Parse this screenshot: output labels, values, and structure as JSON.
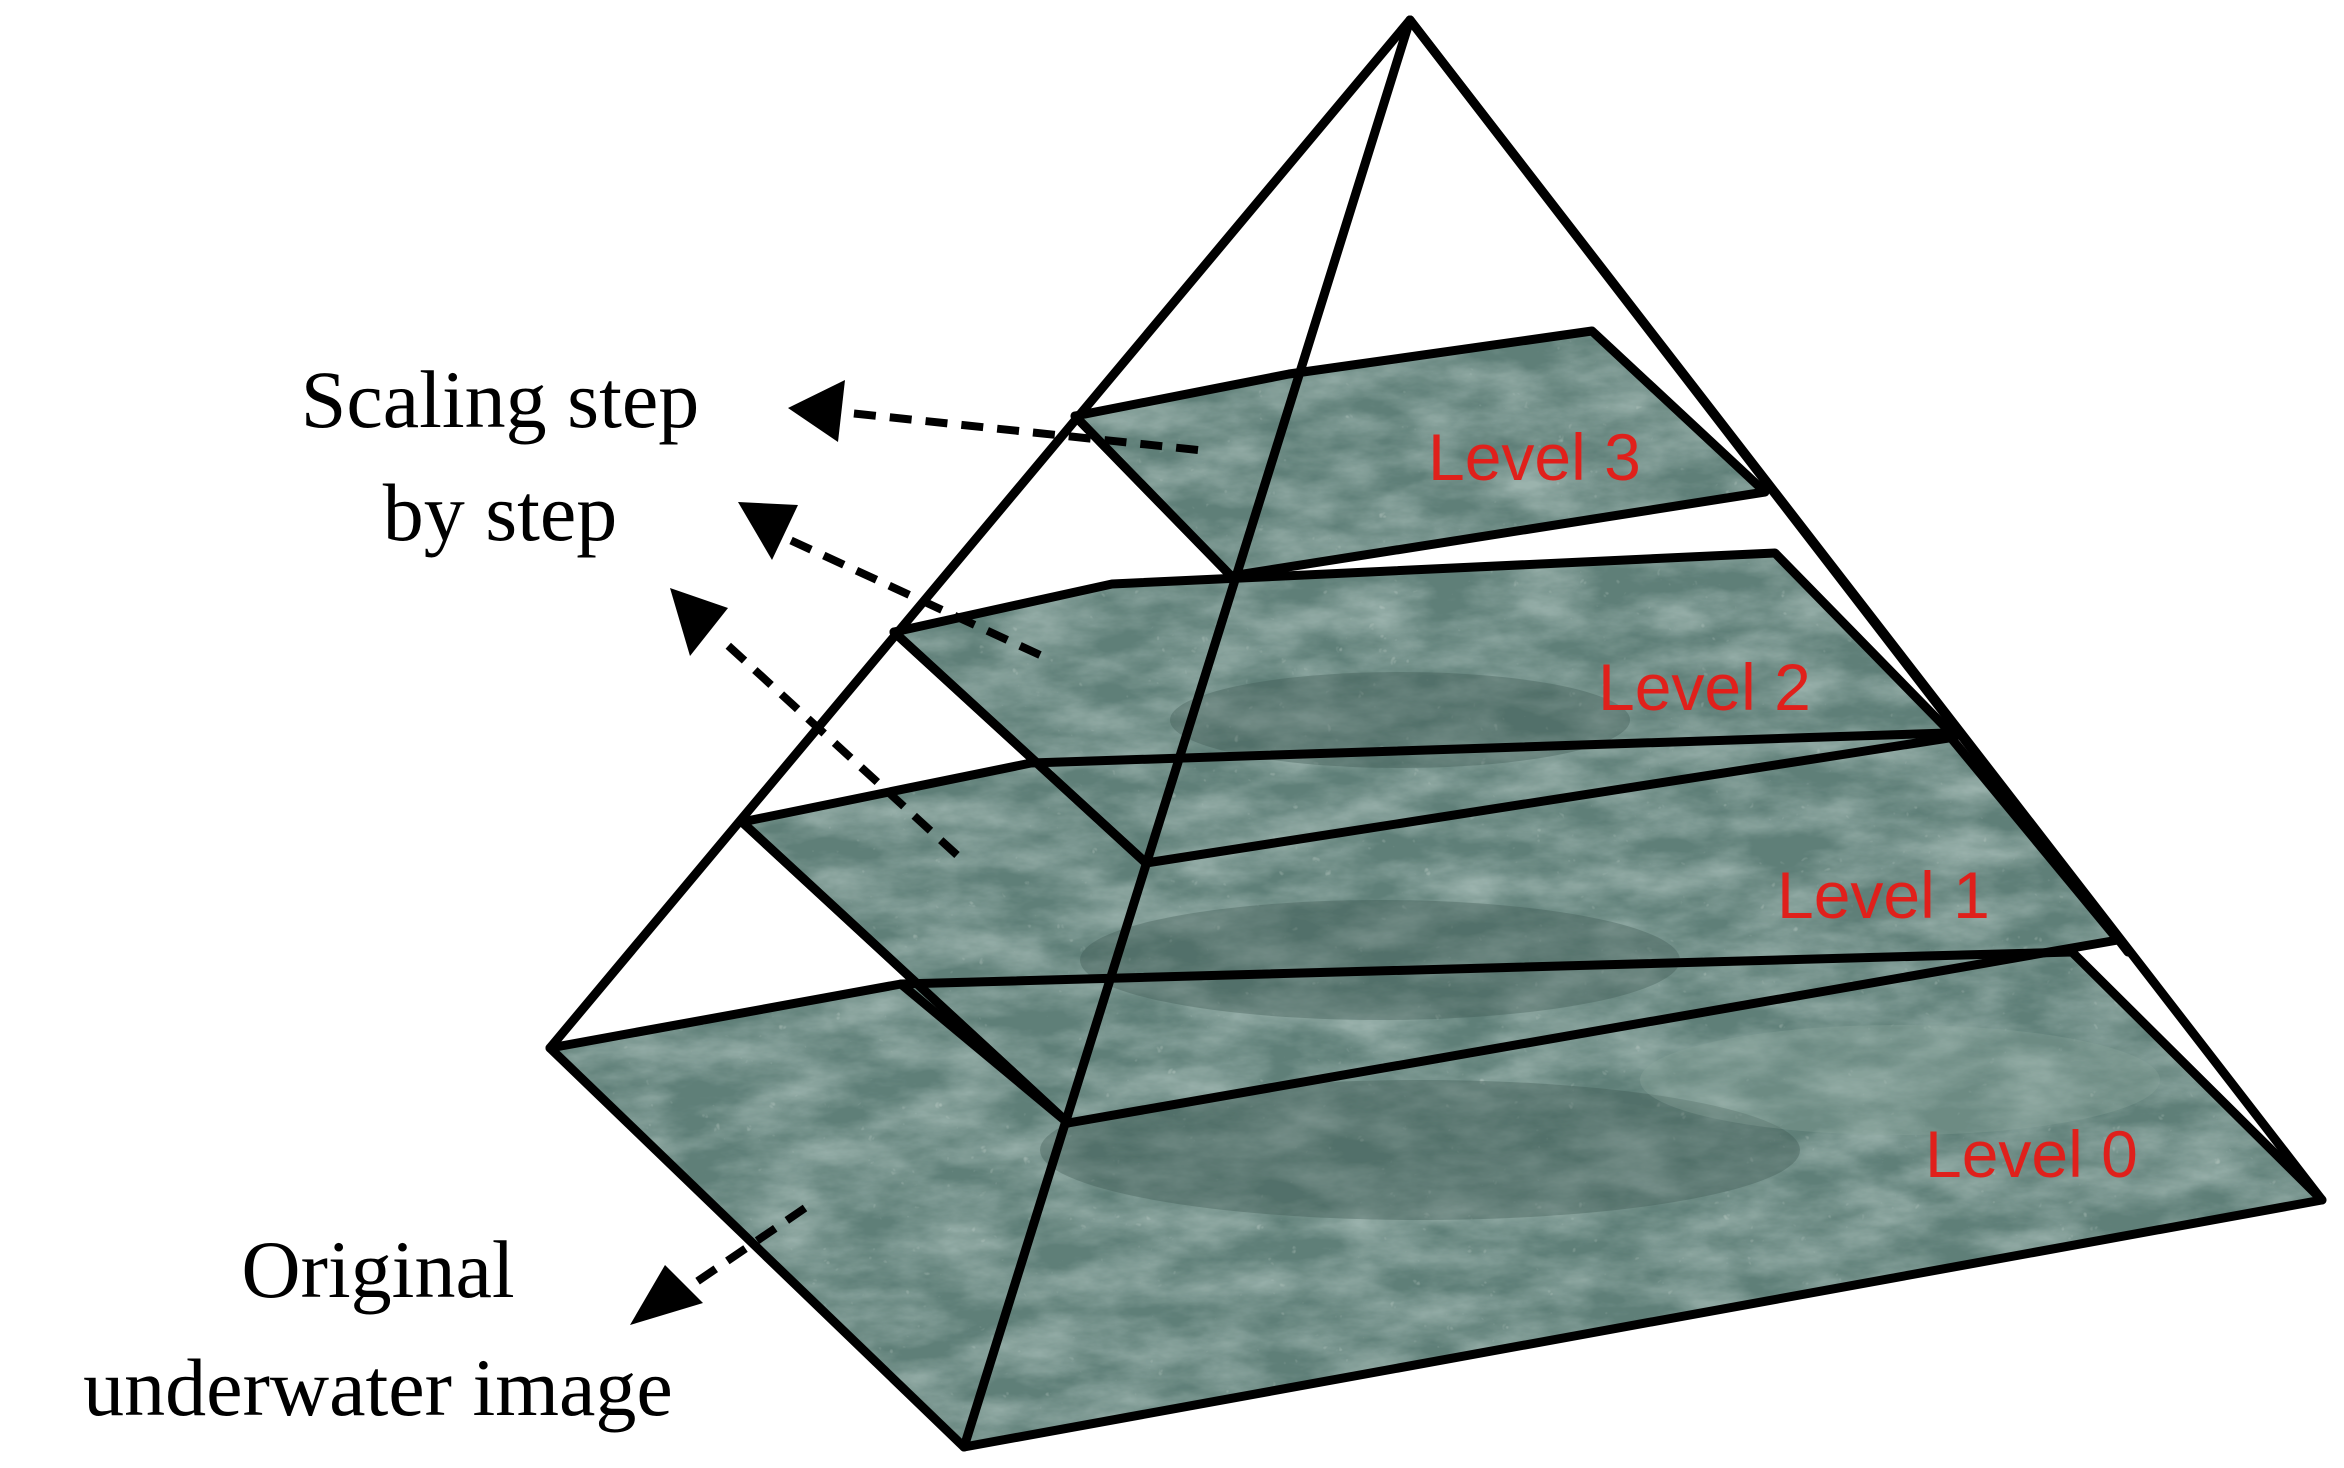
{
  "annotations": {
    "scaling_line1": "Scaling step",
    "scaling_line2": "by step",
    "original_line1": "Original",
    "original_line2": "underwater image"
  },
  "levels": [
    {
      "name": "level-3",
      "label": "Level 3"
    },
    {
      "name": "level-2",
      "label": "Level 2"
    },
    {
      "name": "level-1",
      "label": "Level 1"
    },
    {
      "name": "level-0",
      "label": "Level 0"
    }
  ],
  "colors": {
    "level_label": "#e0201b",
    "water_base": "#5f7f78",
    "water_light": "#8fa9a0",
    "water_dark": "#3c5650",
    "outline": "#000000"
  }
}
